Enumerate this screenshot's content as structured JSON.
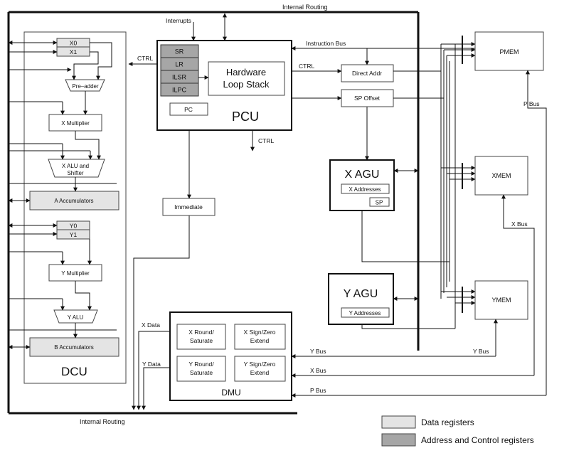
{
  "labels": {
    "internal_routing_top": "Internal Routing",
    "internal_routing_bottom": "Internal Routing",
    "interrupts": "Interrupts",
    "instruction_bus": "Instruction Bus",
    "ctrl_left": "CTRL",
    "ctrl_right": "CTRL",
    "ctrl_bottom": "CTRL",
    "p_bus_right": "P Bus",
    "x_bus_right": "X Bus",
    "y_bus_right": "Y Bus",
    "y_bus_mid": "Y Bus",
    "x_bus_mid": "X Bus",
    "p_bus_mid": "P Bus",
    "x_data": "X Data",
    "y_data": "Y Data"
  },
  "pcu": {
    "title": "PCU",
    "registers": [
      "SR",
      "LR",
      "ILSR",
      "ILPC"
    ],
    "hw_loop_line1": "Hardware",
    "hw_loop_line2": "Loop Stack",
    "pc": "PC"
  },
  "dcu": {
    "title": "DCU",
    "x0": "X0",
    "x1": "X1",
    "pre_adder": "Pre–adder",
    "x_multiplier": "X Multiplier",
    "x_alu_line1": "X ALU and",
    "x_alu_line2": "Shifter",
    "a_accumulators": "A Accumulators",
    "y0": "Y0",
    "y1": "Y1",
    "y_multiplier": "Y Multiplier",
    "y_alu": "Y ALU",
    "b_accumulators": "B Accumulators"
  },
  "immediate": "Immediate",
  "direct_addr": "Direct Addr",
  "sp_offset": "SP Offset",
  "xagu": {
    "title": "X AGU",
    "addresses": "X Addresses",
    "sp": "SP"
  },
  "yagu": {
    "title": "Y AGU",
    "addresses": "Y Addresses"
  },
  "dmu": {
    "title": "DMU",
    "x_round_1": "X Round/",
    "x_round_2": "Saturate",
    "x_sign_1": "X Sign/Zero",
    "x_sign_2": "Extend",
    "y_round_1": "Y Round/",
    "y_round_2": "Saturate",
    "y_sign_1": "Y Sign/Zero",
    "y_sign_2": "Extend"
  },
  "memories": {
    "pmem": "PMEM",
    "xmem": "XMEM",
    "ymem": "YMEM"
  },
  "legend": {
    "data_registers": "Data registers",
    "address_control_registers": "Address and Control registers"
  },
  "colors": {
    "data_register_fill": "#e4e4e4",
    "address_register_fill": "#a6a6a6",
    "line": "#111111"
  }
}
